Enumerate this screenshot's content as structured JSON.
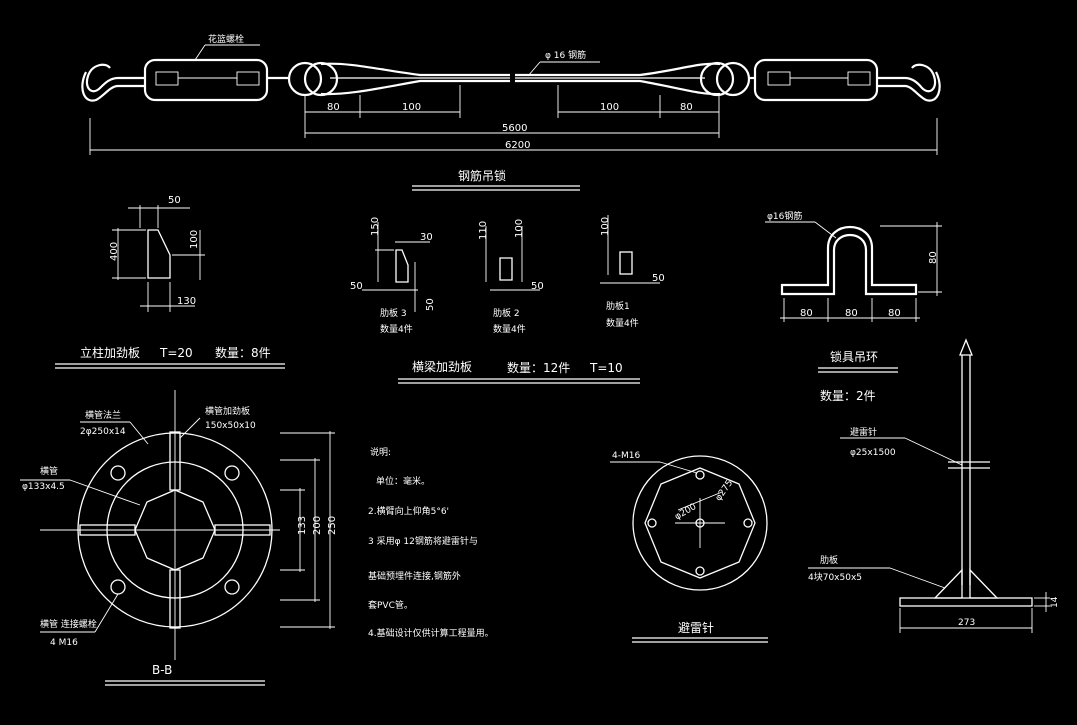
{
  "turnbuckle": {
    "label_turnbuckle": "花篮螺栓",
    "label_rod": "φ 16  钢筋",
    "dim_80_left": "80",
    "dim_100_left": "100",
    "dim_100_right": "100",
    "dim_80_right": "80",
    "dim_5600": "5600",
    "dim_6200": "6200",
    "title": "钢筋吊锁"
  },
  "column_plate": {
    "dim_50": "50",
    "dim_400": "400",
    "dim_100": "100",
    "dim_130": "130",
    "title": "立柱加劲板",
    "thickness": "T=20",
    "quantity": "数量：8件"
  },
  "beam_plates": {
    "p3_dim_150": "150",
    "p3_dim_30": "30",
    "p3_dim_50_left": "50",
    "p3_dim_50_bottom": "50",
    "p3_name": "肋板 3",
    "p3_qty": "数量4件",
    "p2_dim_110": "110",
    "p2_dim_100": "100",
    "p2_dim_50": "50",
    "p2_name": "肋板 2",
    "p2_qty": "数量4件",
    "p1_dim_100": "100",
    "p1_dim_50": "50",
    "p1_name": "肋板1",
    "p1_qty": "数量4件",
    "title": "横梁加劲板",
    "quantity": "数量：12件",
    "thickness": "T=10"
  },
  "lifting_ring": {
    "label": "φ16钢筋",
    "dim_80_h": "80",
    "dim_80_a": "80",
    "dim_80_b": "80",
    "dim_80_c": "80",
    "title": "锁具吊环",
    "quantity": "数量：2件"
  },
  "section_bb": {
    "flange_label": "横管法兰",
    "flange_spec": "2φ250x14",
    "stiffener_label": "横管加劲板",
    "stiffener_spec": "150x50x10",
    "pipe_label": "横管",
    "pipe_spec": "φ133x4.5",
    "bolt_label": "横管 连接螺栓",
    "bolt_spec": "4 M16",
    "dim_133": "133",
    "dim_200": "200",
    "dim_250": "250",
    "title": "B-B"
  },
  "notes": {
    "heading": "说明:",
    "n1": "单位：毫米。",
    "n2": "2.横臂向上仰角5°6'",
    "n3": "3  采用φ 12钢筋将避雷针与",
    "n3b": "基础预埋件连接,钢筋外",
    "n3c": "套PVC管。",
    "n4": "4.基础设计仅供计算工程量用。"
  },
  "lightning_base": {
    "bolts": "4-M16",
    "dim_200": "φ200",
    "dim_275": "φ275",
    "title": "避雷针"
  },
  "lightning_rod": {
    "label": "避雷针",
    "spec": "φ25x1500",
    "rib_label": "肋板",
    "rib_spec": "4块70x50x5",
    "dim_273": "273",
    "dim_14": "14"
  }
}
